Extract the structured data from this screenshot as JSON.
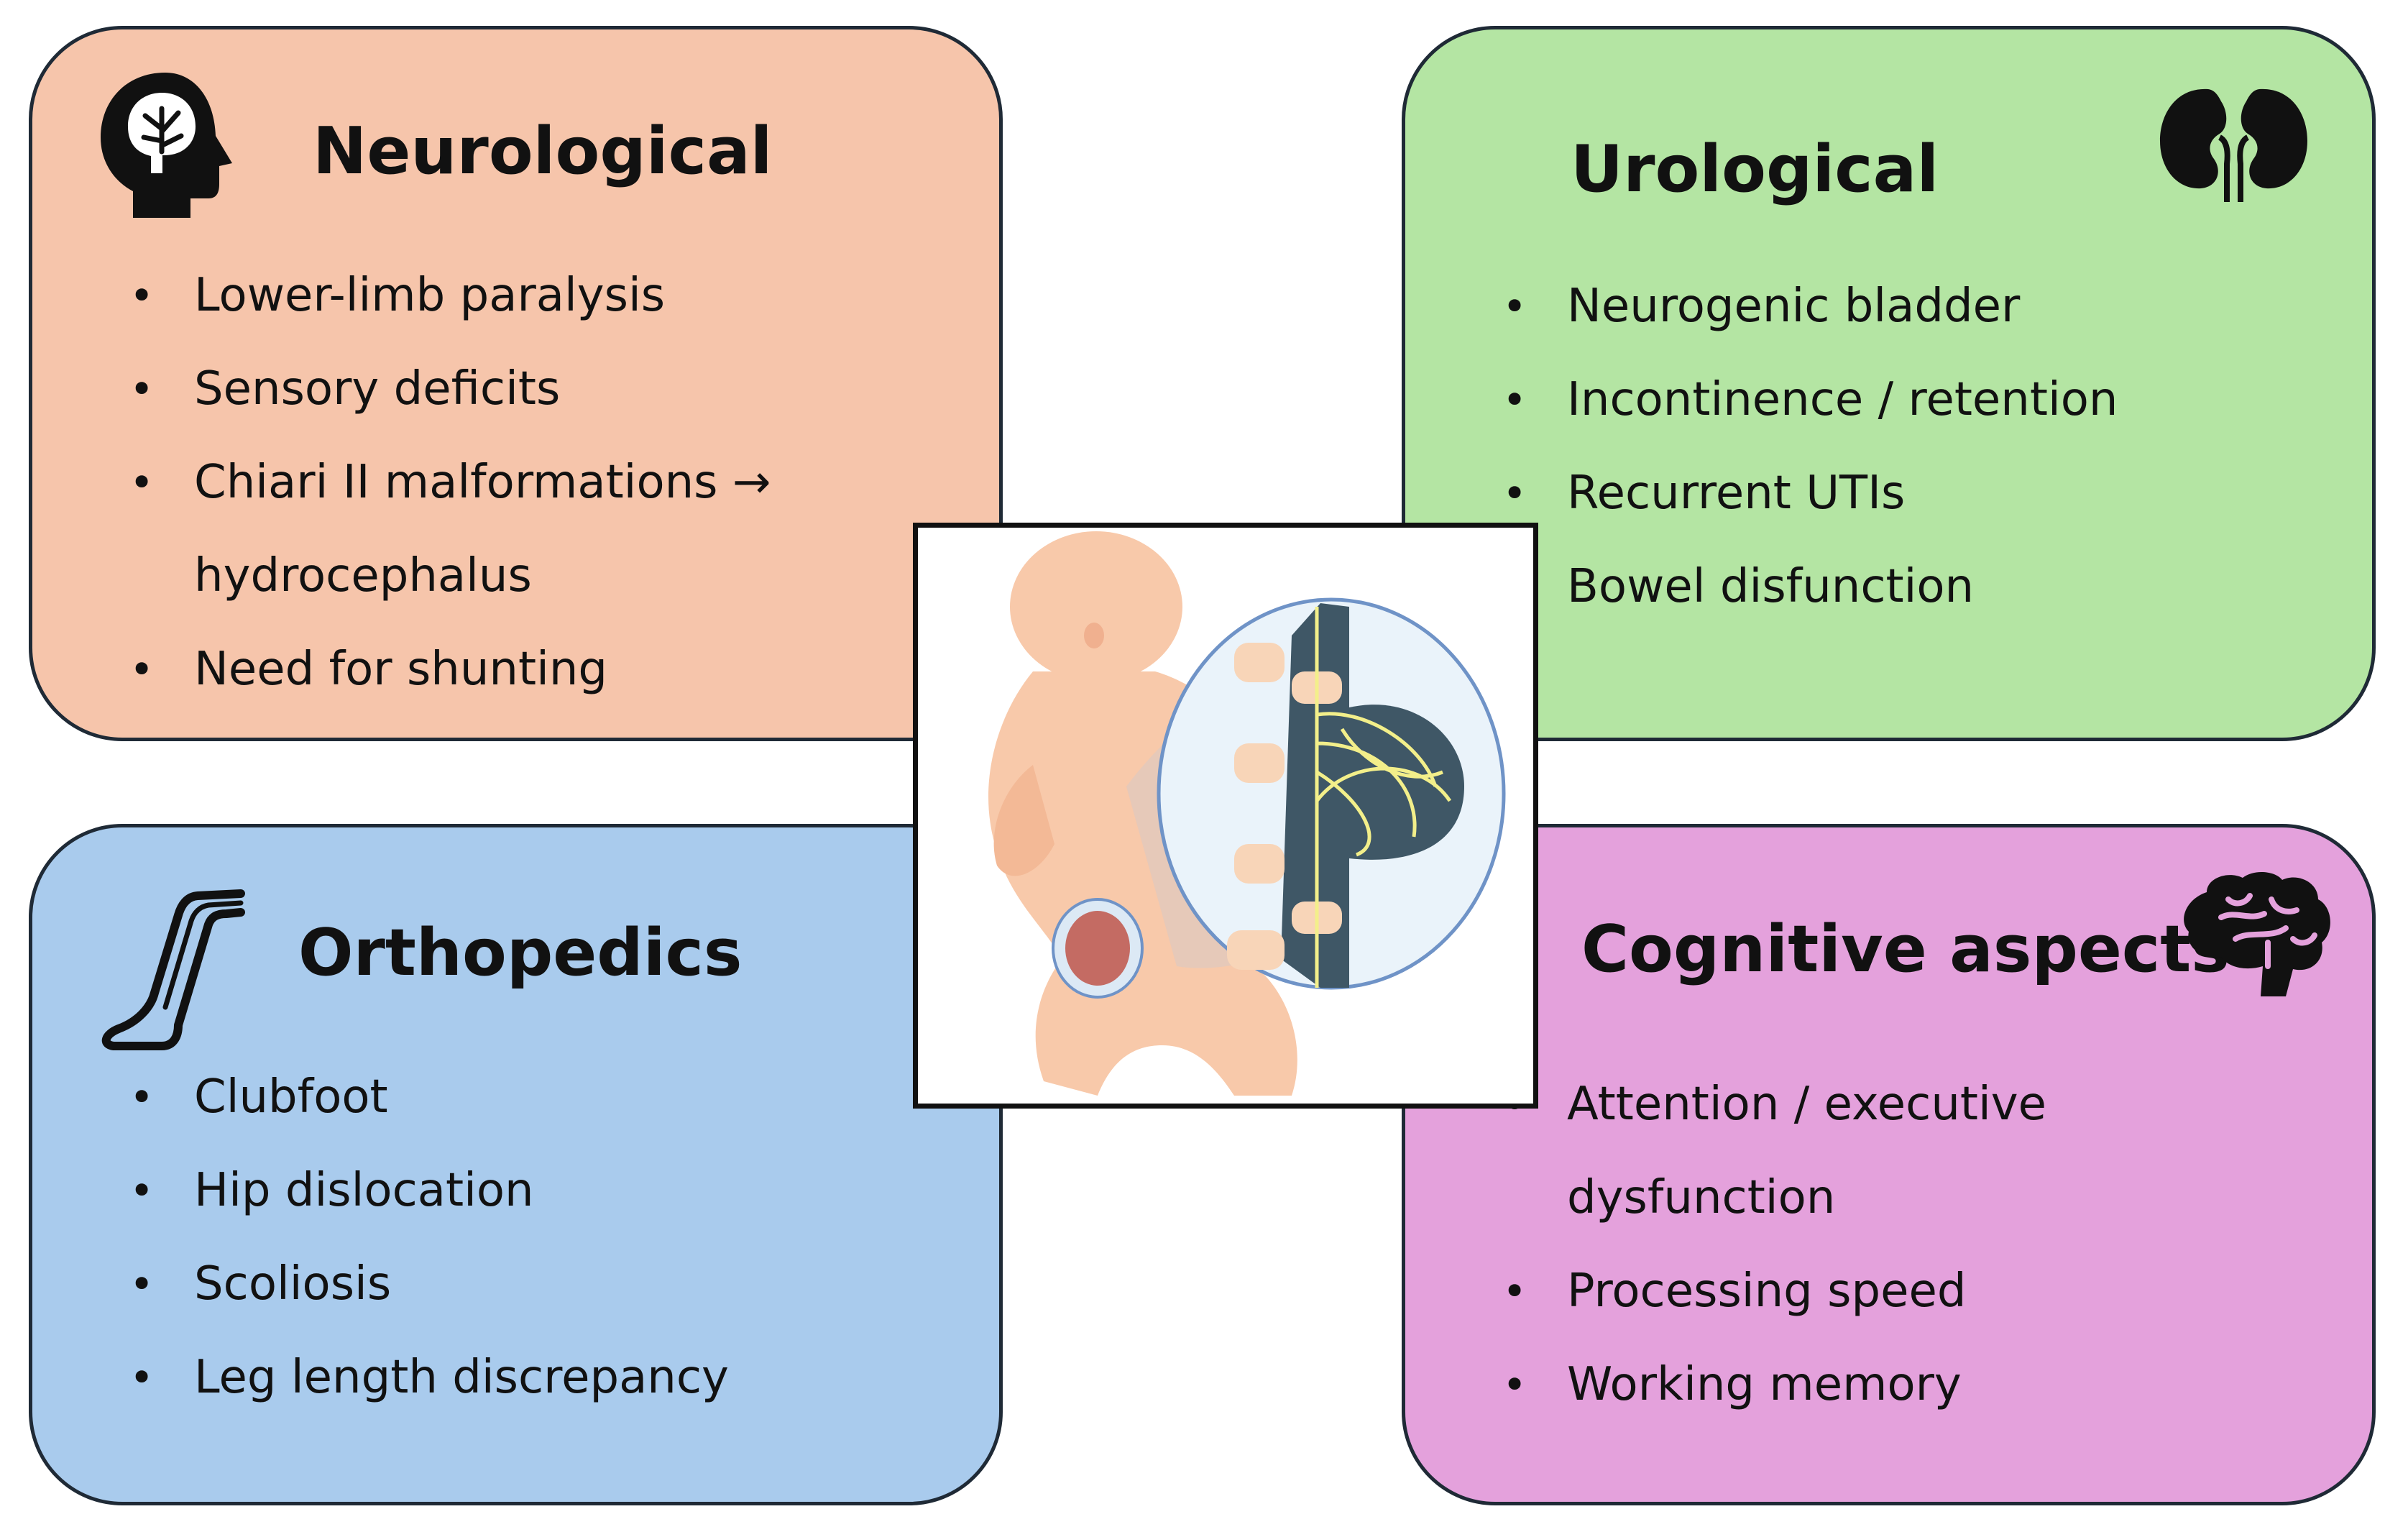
{
  "neurological": {
    "title": "Neurological",
    "items": [
      "Lower-limb paralysis",
      "Sensory deficits",
      "Chiari II malformations →",
      "hydrocephalus",
      "Need for shunting"
    ]
  },
  "urological": {
    "title": "Urological",
    "items": [
      "Neurogenic bladder",
      "Incontinence / retention",
      "Recurrent UTIs",
      "Bowel disfunction"
    ]
  },
  "orthopedics": {
    "title": "Orthopedics",
    "items": [
      "Clubfoot",
      "Hip dislocation",
      "Scoliosis",
      "Leg length discrepancy"
    ]
  },
  "cognitive": {
    "title": "Cognitive aspects",
    "items": [
      "Attention / executive",
      "dysfunction",
      "Processing speed",
      "Working memory"
    ]
  },
  "colors": {
    "neurological": "#f6c5ab",
    "urological": "#b4e5a3",
    "orthopedics": "#a9cbed",
    "cognitive": "#e4a1dc",
    "border": "#1f2a36"
  },
  "icons": {
    "neurological": "head-brain-icon",
    "urological": "kidneys-icon",
    "orthopedics": "leg-foot-icon",
    "cognitive": "brain-icon"
  }
}
